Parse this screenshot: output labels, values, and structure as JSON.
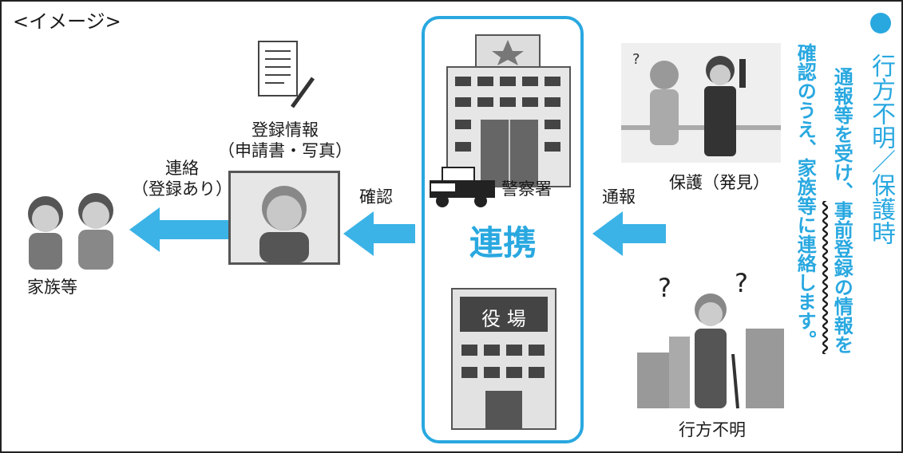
{
  "header": {
    "image_label": "<イメージ>"
  },
  "left": {
    "family_label": "家族等",
    "contact_label_line1": "連絡",
    "contact_label_line2": "（登録あり）",
    "registration_label_line1": "登録情報",
    "registration_label_line2": "（申請書・写真）",
    "confirm_label": "確認"
  },
  "center": {
    "police_label": "警察署",
    "cooperation_label": "連携",
    "cityhall_sign": "役 場"
  },
  "right": {
    "report_label": "通報",
    "protect_label": "保護（発見）",
    "missing_label": "行方不明"
  },
  "side_text": {
    "title": "行方不明／保護時",
    "line1a": "通報等を受け、",
    "line1b": "事前登録の情報を",
    "line2": "確認のうえ、家族等に連絡します。"
  },
  "colors": {
    "accent": "#29a8e0",
    "arrow": "#3bb3e6"
  }
}
